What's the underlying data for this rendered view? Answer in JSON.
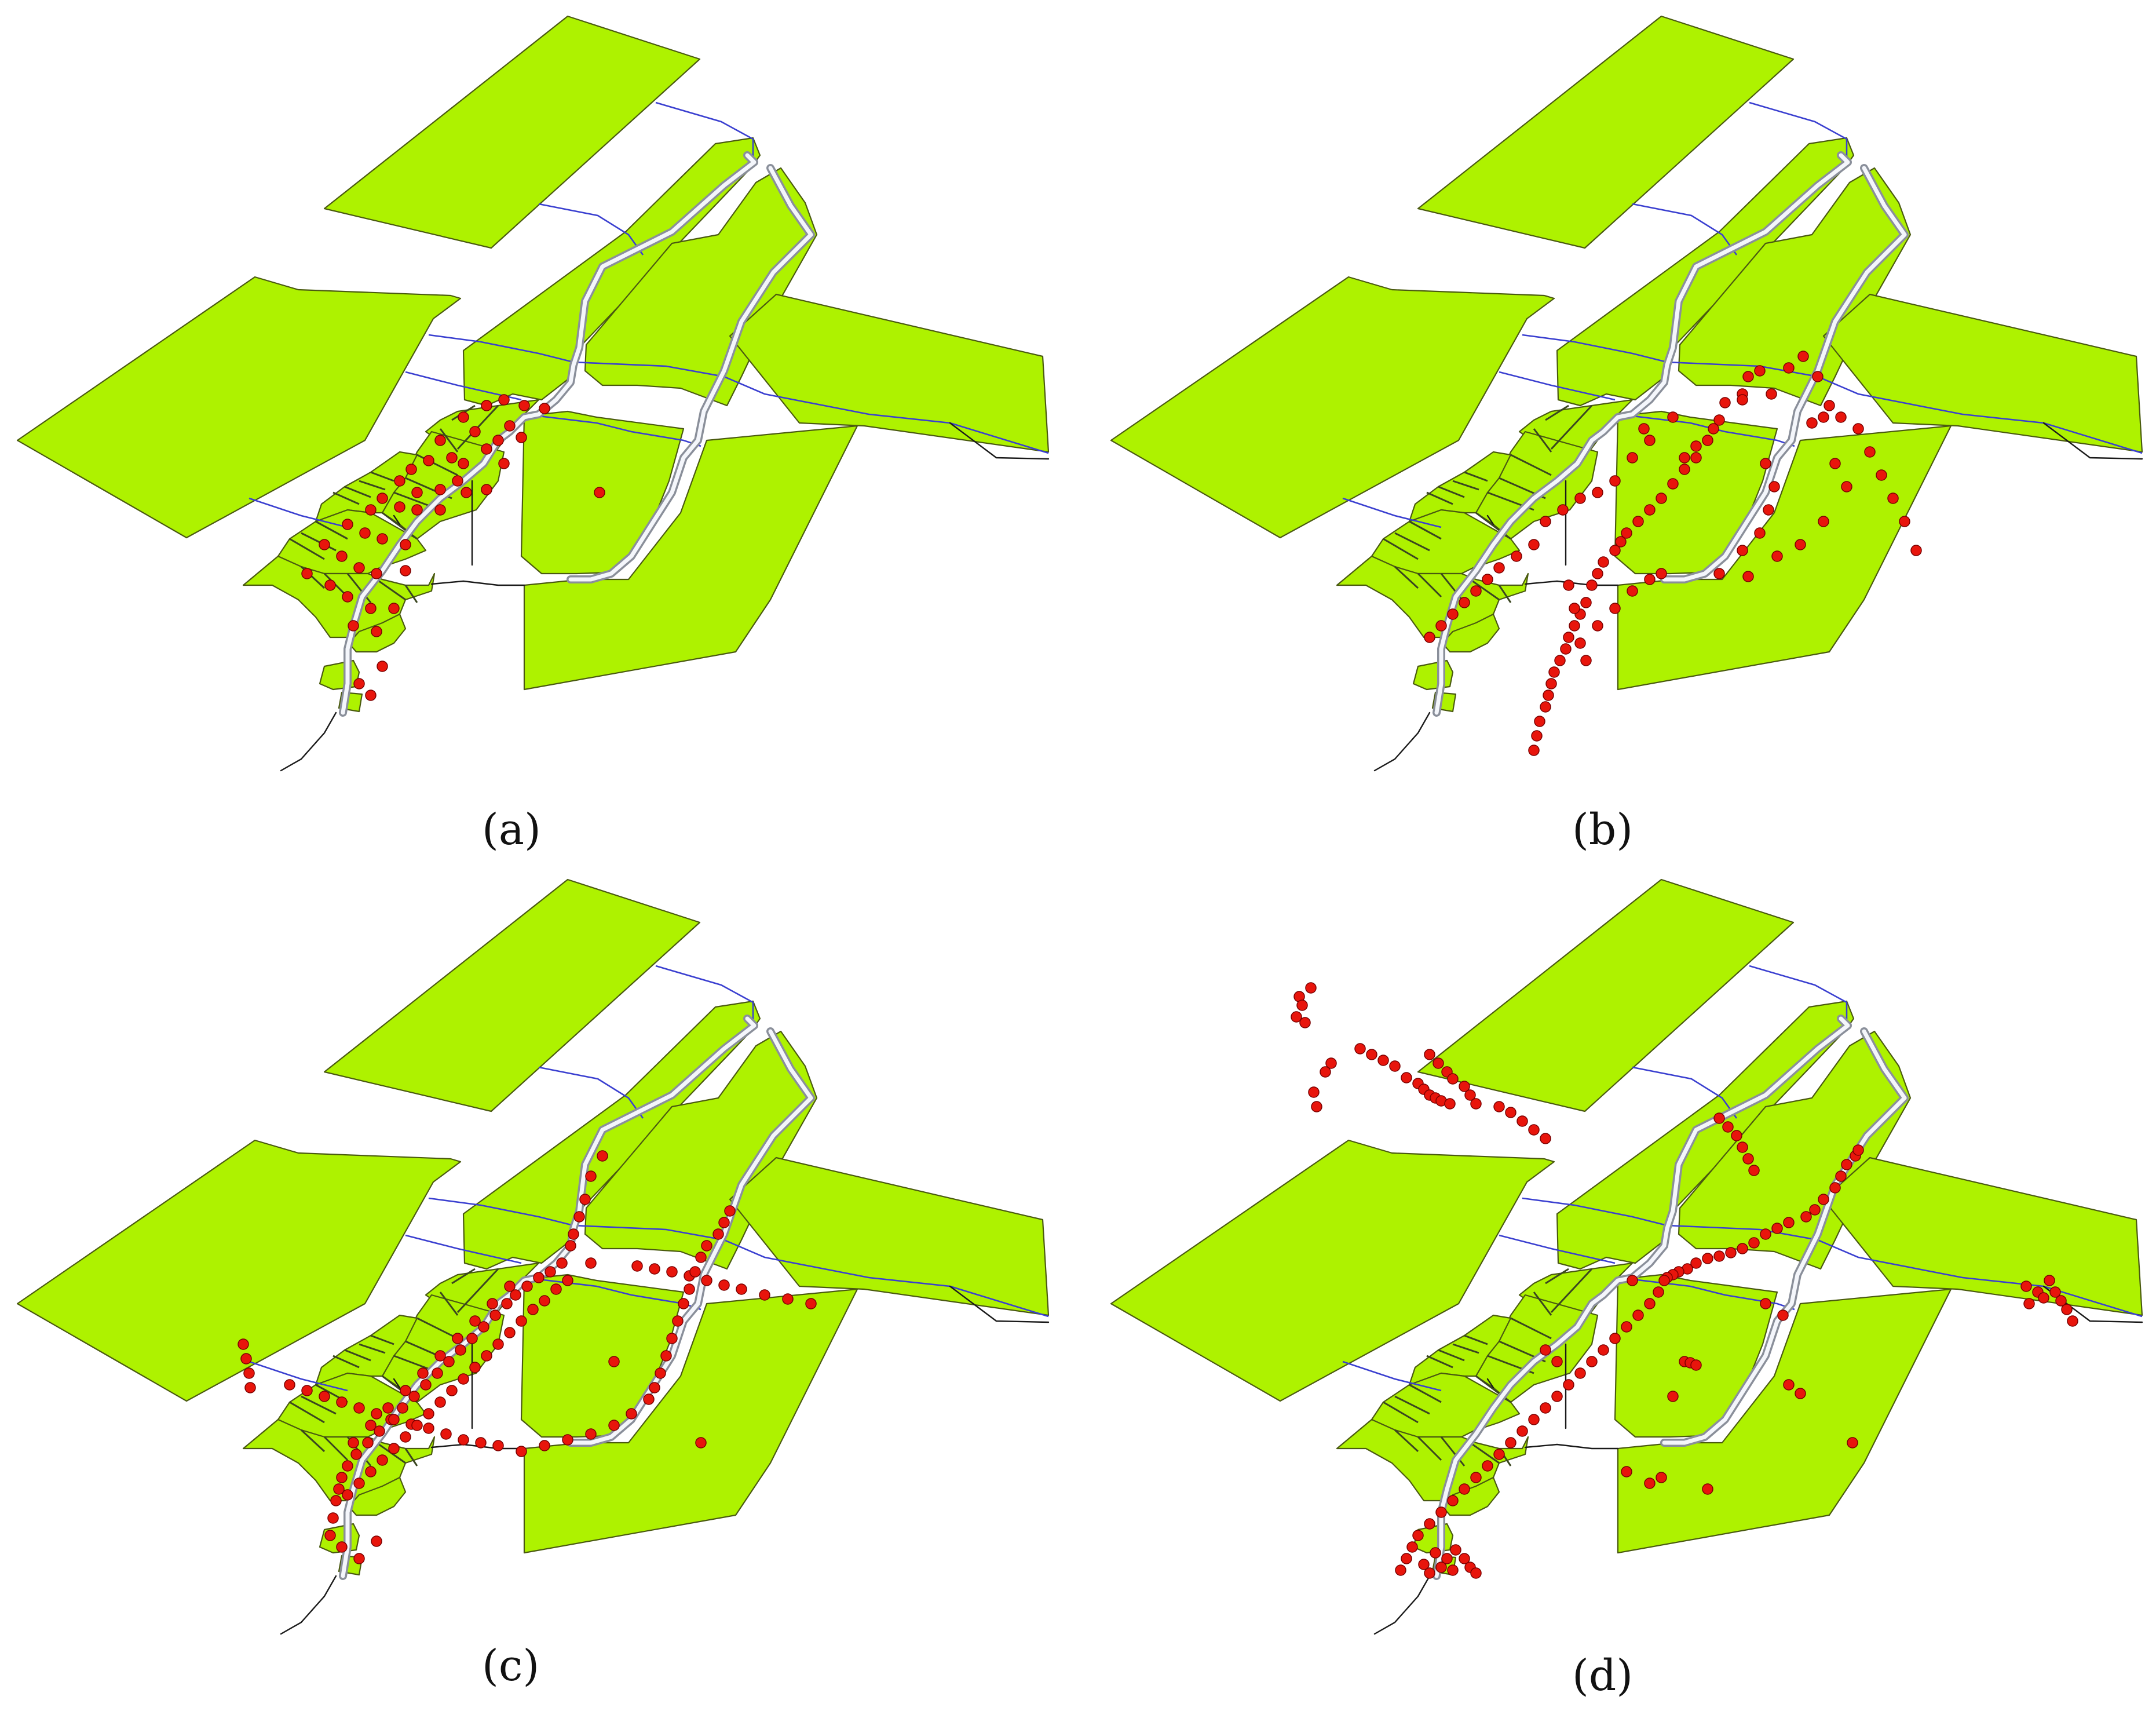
{
  "figure": {
    "panels": [
      {
        "id": "a",
        "label": "(a)",
        "pattern": "hull_dense_sw_blocks"
      },
      {
        "id": "b",
        "label": "(b)",
        "pattern": "along_main_road_and_canal"
      },
      {
        "id": "c",
        "label": "(c)",
        "pattern": "along_roads_and_river_embankment"
      },
      {
        "id": "d",
        "label": "(d)",
        "pattern": "dispersed_including_outer_fields"
      }
    ],
    "colors": {
      "land": "#aef200",
      "points": "#e8150c",
      "canal": "#3a3fd0",
      "river": "#8a8f9a",
      "road": "#1a1a1a"
    }
  }
}
